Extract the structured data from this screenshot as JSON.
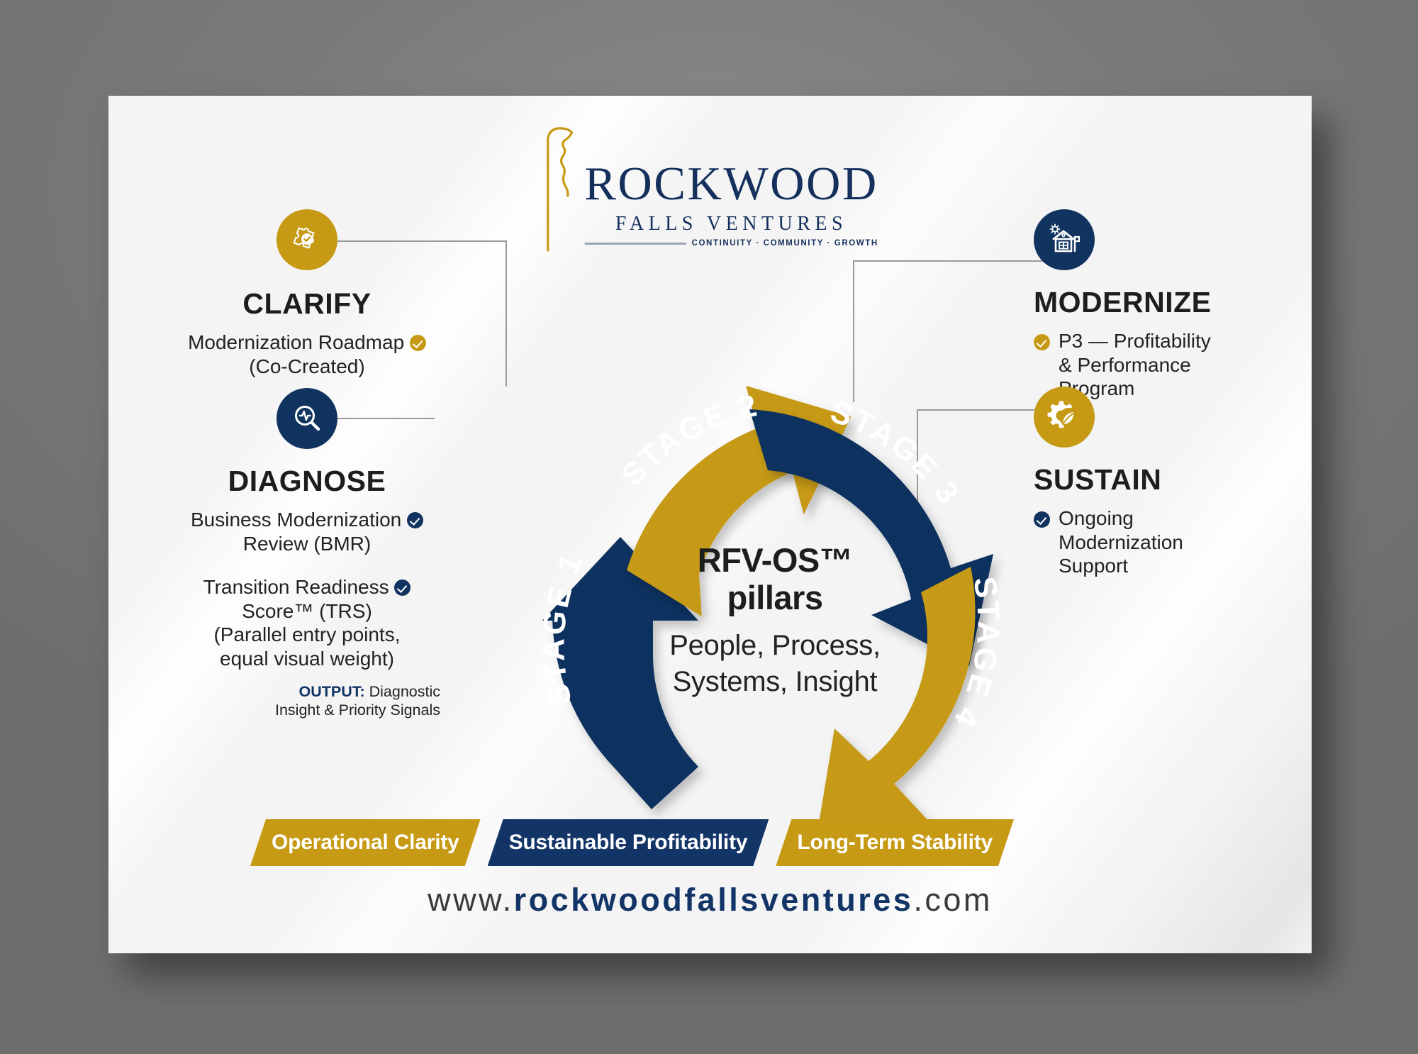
{
  "brand": {
    "name": "ROCKWOOD",
    "subtitle": "FALLS VENTURES",
    "tagline": "CONTINUITY · COMMUNITY · GROWTH",
    "mark_icon": "delaware-state-outline-icon",
    "colors": {
      "navy": "#103360",
      "gold": "#c69a14",
      "card": "#f4f4f4",
      "backdrop": "#7b7b7b"
    }
  },
  "center": {
    "title": "RFV-OS™ pillars",
    "title_line1": "RFV-OS™",
    "title_line2": "pillars",
    "subtitle_line1": "People, Process,",
    "subtitle_line2": "Systems, Insight"
  },
  "cycle": {
    "stages": [
      {
        "id": "stage-1",
        "label": "STAGE 1",
        "color": "#103360",
        "position": "left"
      },
      {
        "id": "stage-2",
        "label": "STAGE 2",
        "color": "#c69a14",
        "position": "top-left"
      },
      {
        "id": "stage-3",
        "label": "STAGE 3",
        "color": "#103360",
        "position": "top-right"
      },
      {
        "id": "stage-4",
        "label": "STAGE 4",
        "color": "#c69a14",
        "position": "right"
      }
    ]
  },
  "blocks": {
    "clarify": {
      "title": "CLARIFY",
      "icon": "puzzle-check-icon",
      "icon_color": "#c69a14",
      "check_color": "#c69a14",
      "line1": "Modernization Roadmap",
      "line2": "(Co-Created)"
    },
    "diagnose": {
      "title": "DIAGNOSE",
      "icon": "magnifier-pulse-icon",
      "icon_color": "#103360",
      "check_color": "#103360",
      "item1_line1": "Business Modernization",
      "item1_line2": "Review (BMR)",
      "item2_line1": "Transition Readiness",
      "item2_line2": "Score™ (TRS)",
      "item2_line3": "(Parallel entry points,",
      "item2_line4": "equal visual weight)",
      "output_label": "OUTPUT:",
      "output_text1": " Diagnostic",
      "output_text2": "Insight & Priority Signals"
    },
    "modernize": {
      "title": "MODERNIZE",
      "icon": "house-sun-icon",
      "icon_color": "#103360",
      "check_color": "#c69a14",
      "line1": "P3 — Profitability",
      "line2": "& Performance",
      "line3": "Program"
    },
    "sustain": {
      "title": "SUSTAIN",
      "icon": "gear-leaf-icon",
      "icon_color": "#c69a14",
      "check_color": "#103360",
      "line1": "Ongoing",
      "line2": "Modernization",
      "line3": "Support"
    }
  },
  "ribbons": [
    {
      "label": "Operational Clarity",
      "color": "#c69a14"
    },
    {
      "label": "Sustainable Profitability",
      "color": "#123466"
    },
    {
      "label": "Long-Term Stability",
      "color": "#c69a14"
    }
  ],
  "footer": {
    "url_prefix": "www.",
    "url_domain": "rockwoodfallsventures",
    "url_suffix": ".com"
  }
}
